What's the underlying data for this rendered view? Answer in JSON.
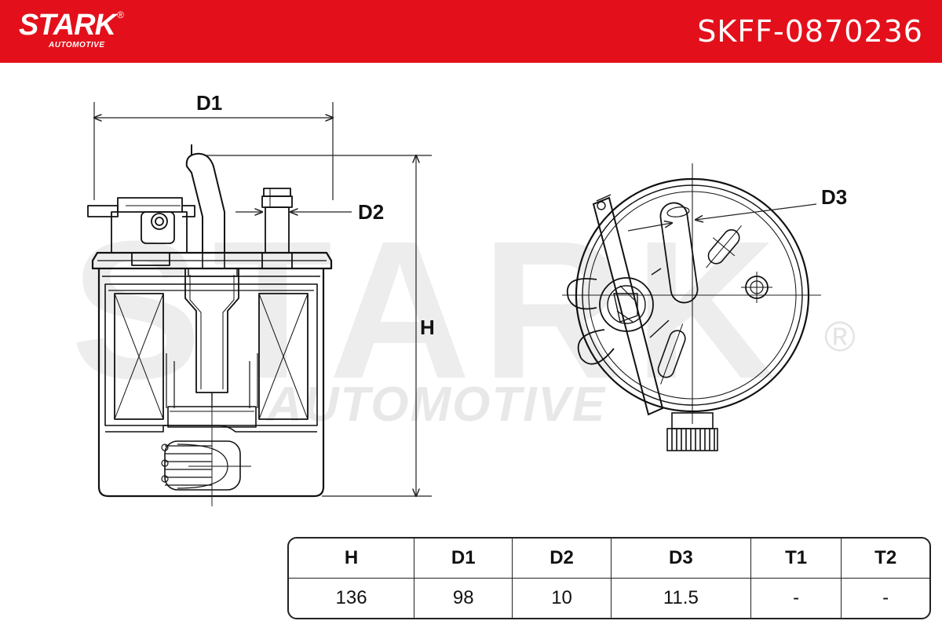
{
  "header": {
    "brand": "STARK",
    "brand_mark": "®",
    "brand_sub": "AUTOMOTIVE",
    "part_number": "SKFF-0870236",
    "bg_color": "#e3101b"
  },
  "watermark": {
    "main": "STARK",
    "sub": "AUTOMOTIVE",
    "mark": "®"
  },
  "diagram": {
    "labels": {
      "d1": "D1",
      "d2": "D2",
      "h": "H",
      "d3": "D3"
    }
  },
  "spec_table": {
    "headers": [
      "H",
      "D1",
      "D2",
      "D3",
      "T1",
      "T2"
    ],
    "values": [
      "136",
      "98",
      "10",
      "11.5",
      "-",
      "-"
    ]
  }
}
